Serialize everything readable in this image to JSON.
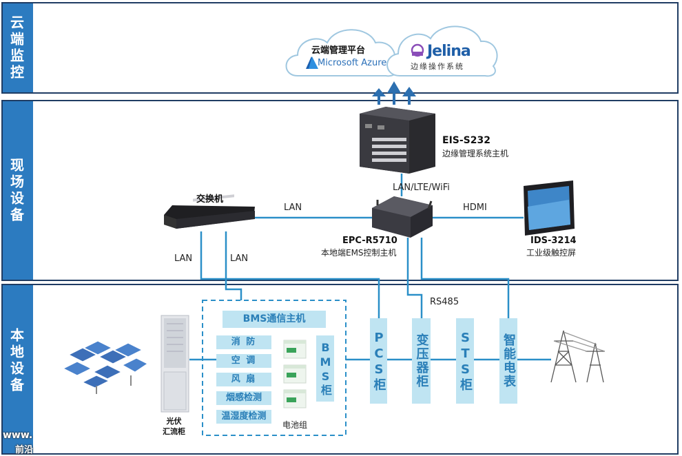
{
  "zones": {
    "cloud": "云端监控",
    "field": "现场设备",
    "local": "本地设备"
  },
  "cloud": {
    "platform_title": "云端管理平台",
    "azure": "Microsoft Azure",
    "jelina": "Jelina",
    "jelina_sub": "边缘操作系统"
  },
  "devices": {
    "eis_name": "EIS-S232",
    "eis_desc": "边缘管理系统主机",
    "epc_name": "EPC-R5710",
    "epc_desc": "本地端EMS控制主机",
    "ids_name": "IDS-3214",
    "ids_desc": "工业级触控屏",
    "switch_name": "交换机"
  },
  "links": {
    "lan_lte_wifi": "LAN/LTE/WiFi",
    "lan_top": "LAN",
    "hdmi": "HDMI",
    "lan_left1": "LAN",
    "lan_left2": "LAN",
    "rs485": "RS485"
  },
  "local": {
    "bms_host": "BMS通信主机",
    "sub_items": [
      "消 防",
      "空 调",
      "风 扇",
      "烟感检测",
      "温湿度检测"
    ],
    "battery": "电池组",
    "bms_cabinet": "BMS柜",
    "pcs": "PCS柜",
    "transformer": "变压器柜",
    "sts": "STS柜",
    "meter": "智能电表",
    "combiner": "光伏\n汇流柜"
  },
  "watermark": {
    "line1": "www.",
    "line2": "前沿"
  },
  "colors": {
    "tab": "#2c7bc0",
    "line": "#2a8fc8",
    "box": "#bfe4f2",
    "box_text": "#2a7fb8"
  }
}
